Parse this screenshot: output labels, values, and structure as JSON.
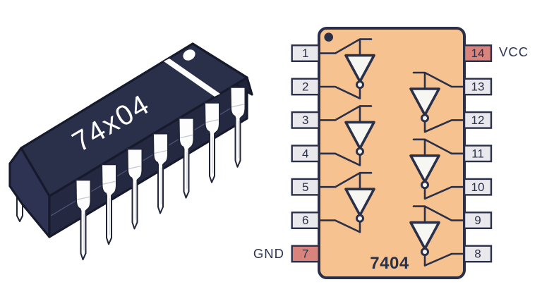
{
  "background_color": "#ffffff",
  "illustration": {
    "chip_marking": "74x04",
    "body_color": "#2a2f4a",
    "pin_color": "#fdfdfd",
    "marking_color": "#ffffff"
  },
  "pinout": {
    "part_number": "7404",
    "left_pins": [
      "1",
      "2",
      "3",
      "4",
      "5",
      "6",
      "7"
    ],
    "right_pins": [
      "14",
      "13",
      "12",
      "11",
      "10",
      "9",
      "8"
    ],
    "power_labels": {
      "vcc": "VCC",
      "gnd": "GND"
    },
    "power_pin_numbers": [
      "14",
      "7"
    ],
    "gate_connections": [
      {
        "input": "1",
        "output": "2"
      },
      {
        "input": "3",
        "output": "4"
      },
      {
        "input": "5",
        "output": "6"
      },
      {
        "input": "13",
        "output": "12"
      },
      {
        "input": "11",
        "output": "10"
      },
      {
        "input": "9",
        "output": "8"
      }
    ],
    "colors": {
      "ic_body": "#f6c28f",
      "outline": "#2b3049",
      "pin_box": "#e9e9ed",
      "power_pin": "#d9837d",
      "gate_fill": "#f6f6f2"
    }
  }
}
